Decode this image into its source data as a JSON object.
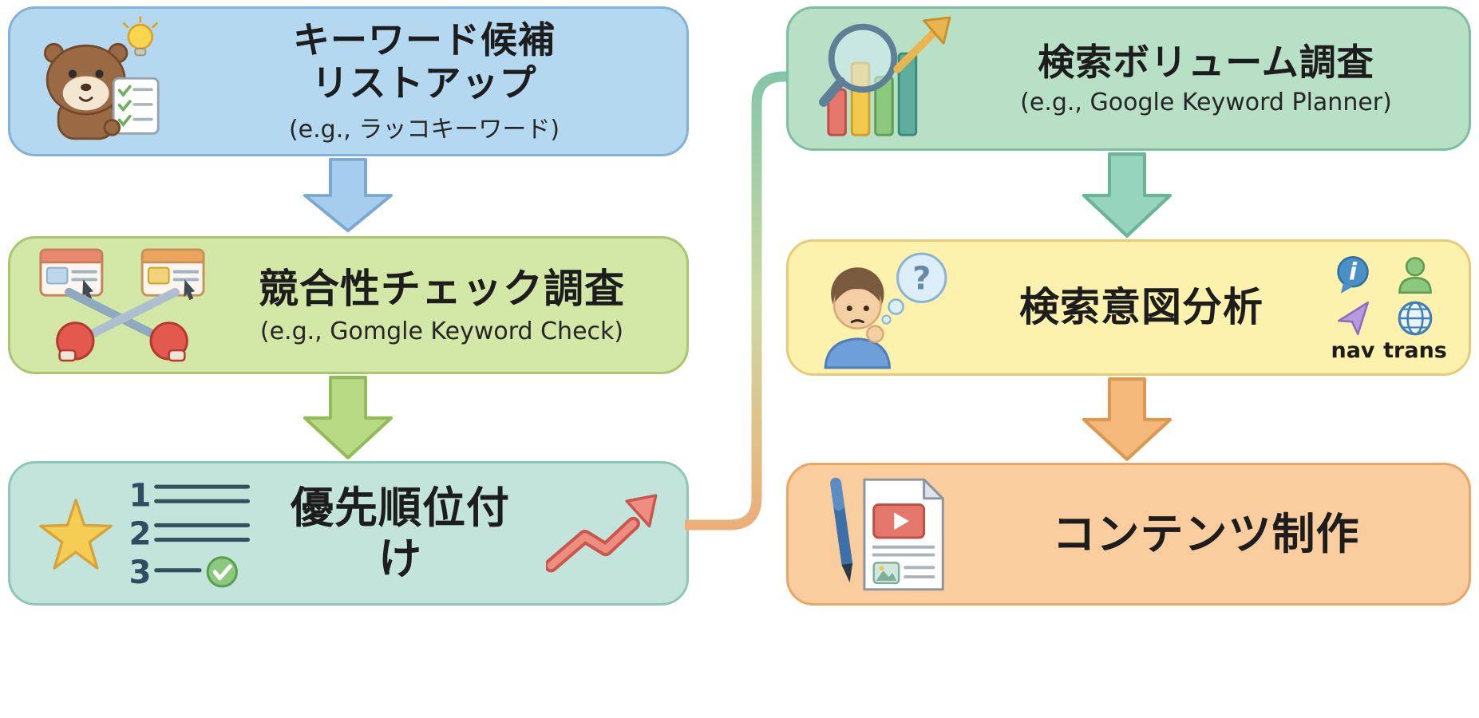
{
  "boxes": {
    "keyword": {
      "title1": "キーワード候補",
      "title2": "リストアップ",
      "subtitle": "(e.g., ラッコキーワード)"
    },
    "competitor": {
      "title": "競合性チェック調査",
      "subtitle": "(e.g., Gomgle Keyword Check)"
    },
    "priority": {
      "title": "優先順位付け",
      "rank1": "1",
      "rank2": "2",
      "rank3": "3"
    },
    "volume": {
      "title": "検索ボリューム調査",
      "subtitle": "(e.g., Google Keyword Planner)"
    },
    "intent": {
      "title": "検索意図分析",
      "question_mark": "?",
      "info_glyph": "i",
      "label_nav": "nav",
      "label_trans": "trans"
    },
    "content": {
      "title": "コンテンツ制作"
    }
  },
  "icons": {
    "keyword": "otter-with-checklist-and-lightbulb",
    "competitor": "browser-windows-crossed-swords-boxing-gloves",
    "priority": [
      "star",
      "ranked-list-with-check",
      "rising-arrow"
    ],
    "volume": "bar-chart-with-magnifier-and-growth-arrow",
    "intent_left": "thinking-person-with-question-bubble",
    "intent_right": [
      "info-bubble",
      "person",
      "nav-arrow",
      "globe"
    ],
    "content": "pen-and-document-with-video"
  },
  "colors": {
    "box_keyword_bg": "#b5d8f1",
    "box_keyword_border": "#84b1d7",
    "box_competitor_bg": "#d3e7a6",
    "box_competitor_border": "#a9c671",
    "box_priority_bg": "#c2e4da",
    "box_priority_border": "#8fc6b8",
    "box_volume_bg": "#b7e0c6",
    "box_volume_border": "#7fbfa0",
    "box_intent_bg": "#fcf1ad",
    "box_intent_border": "#e6cc74",
    "box_content_bg": "#f9cd9e",
    "box_content_border": "#e8a765",
    "arrow_blue": "#a6cdee",
    "arrow_green": "#b8da85",
    "arrow_teal": "#96d4bd",
    "arrow_orange": "#f4b87b",
    "text": "#1d1d1d"
  }
}
